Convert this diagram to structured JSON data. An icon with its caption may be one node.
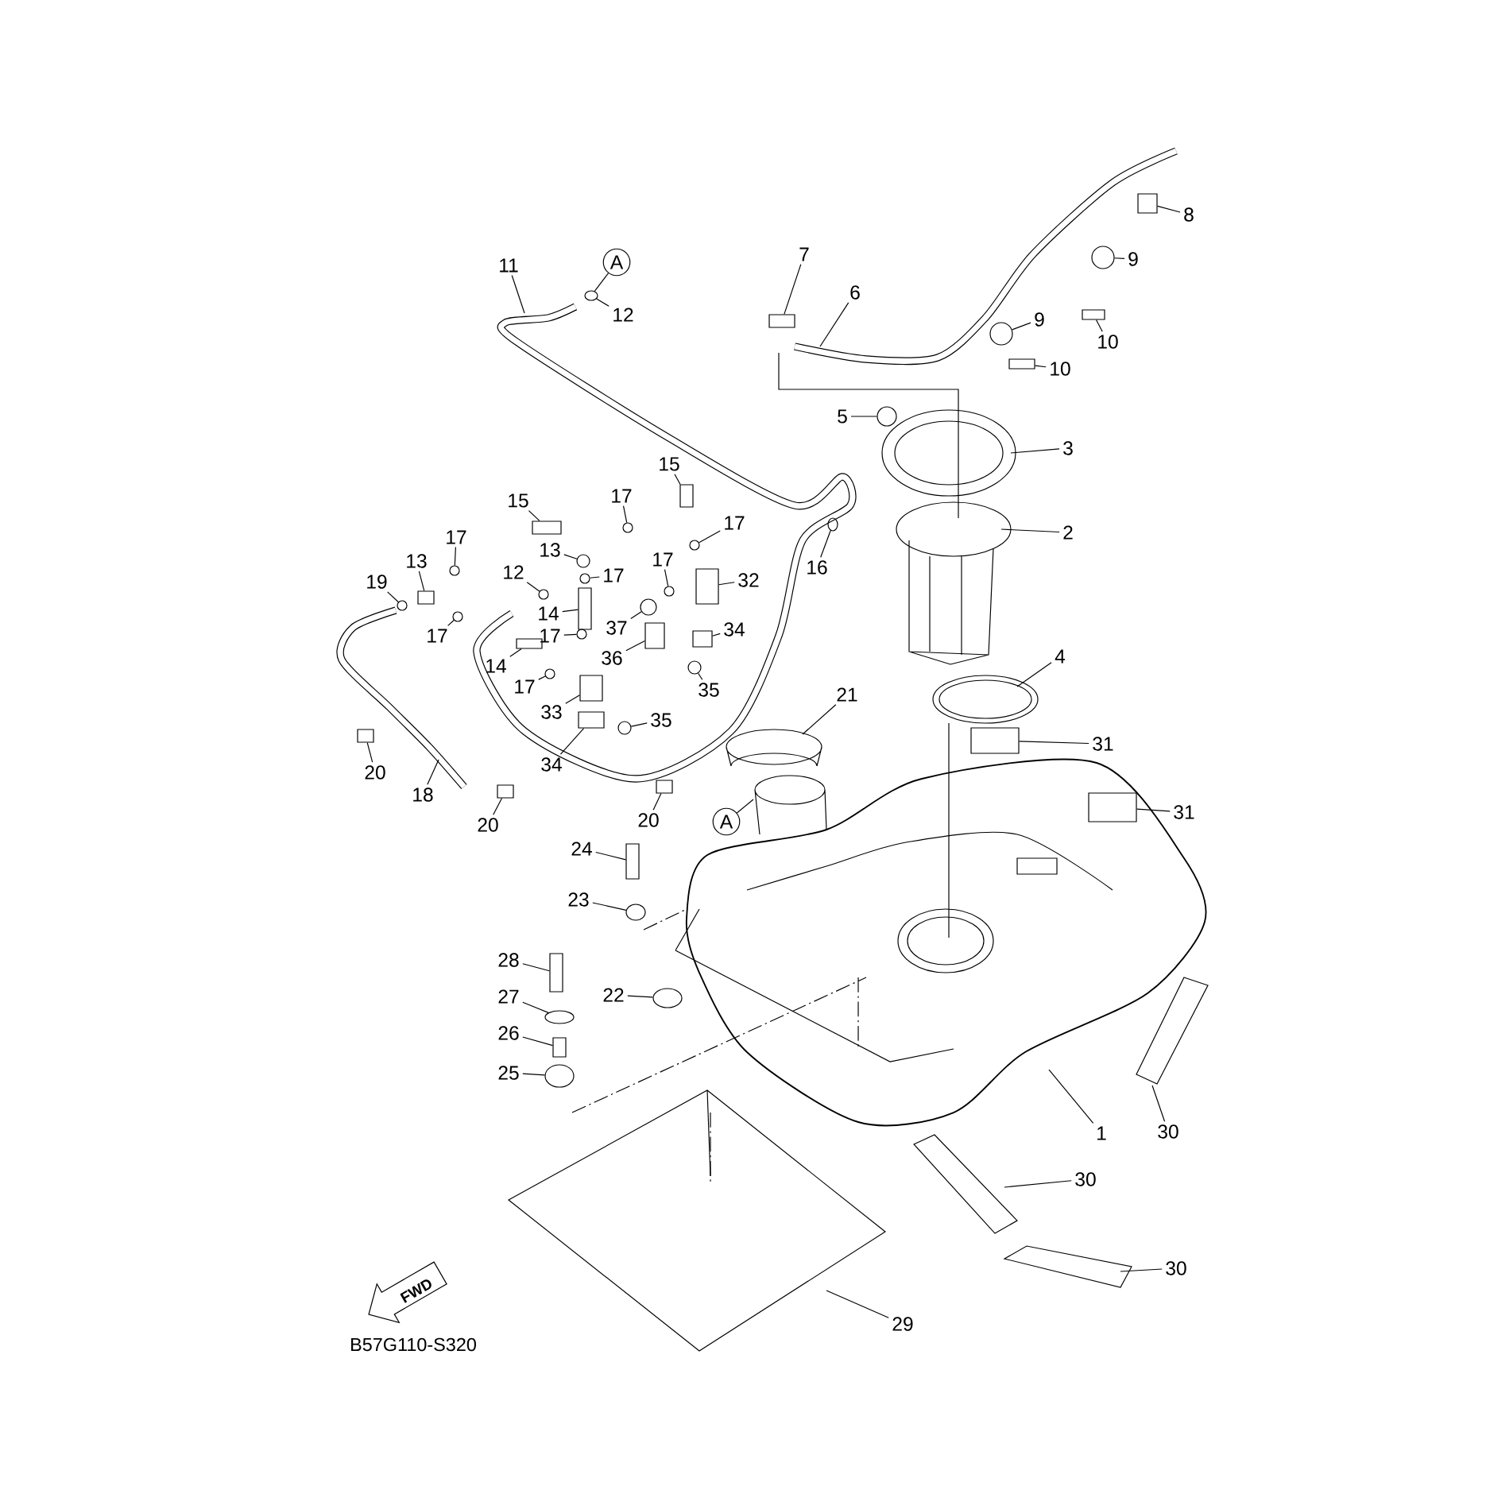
{
  "diagram": {
    "nodes": [
      {
        "text": [
          "11"
        ]
      },
      {
        "text": [
          "A"
        ]
      },
      {
        "text": [
          "12"
        ]
      },
      {
        "text": [
          "7"
        ]
      },
      {
        "text": [
          "6"
        ]
      },
      {
        "text": [
          "8"
        ]
      },
      {
        "text": [
          "9"
        ]
      },
      {
        "text": [
          "10"
        ]
      },
      {
        "text": [
          "9"
        ]
      },
      {
        "text": [
          "10"
        ]
      },
      {
        "text": [
          "5"
        ]
      },
      {
        "text": [
          "3"
        ]
      },
      {
        "text": [
          "15"
        ]
      },
      {
        "text": [
          "15"
        ]
      },
      {
        "text": [
          "17"
        ]
      },
      {
        "text": [
          "17"
        ]
      },
      {
        "text": [
          "2"
        ]
      },
      {
        "text": [
          "17"
        ]
      },
      {
        "text": [
          "13"
        ]
      },
      {
        "text": [
          "17"
        ]
      },
      {
        "text": [
          "13"
        ]
      },
      {
        "text": [
          "16"
        ]
      },
      {
        "text": [
          "12"
        ]
      },
      {
        "text": [
          "17"
        ]
      },
      {
        "text": [
          "32"
        ]
      },
      {
        "text": [
          "19"
        ]
      },
      {
        "text": [
          "14"
        ]
      },
      {
        "text": [
          "37"
        ]
      },
      {
        "text": [
          "34"
        ]
      },
      {
        "text": [
          "17"
        ]
      },
      {
        "text": [
          "17"
        ]
      },
      {
        "text": [
          "36"
        ]
      },
      {
        "text": [
          "4"
        ]
      },
      {
        "text": [
          "14"
        ]
      },
      {
        "text": [
          "17"
        ]
      },
      {
        "text": [
          "35"
        ]
      },
      {
        "text": [
          "21"
        ]
      },
      {
        "text": [
          "33"
        ]
      },
      {
        "text": [
          "35"
        ]
      },
      {
        "text": [
          "31"
        ]
      },
      {
        "text": [
          "34"
        ]
      },
      {
        "text": [
          "20"
        ]
      },
      {
        "text": [
          "18"
        ]
      },
      {
        "text": [
          "31"
        ]
      },
      {
        "text": [
          "20"
        ]
      },
      {
        "text": [
          "20"
        ]
      },
      {
        "text": [
          "A"
        ]
      },
      {
        "text": [
          "24"
        ]
      },
      {
        "text": [
          "23"
        ]
      },
      {
        "text": [
          "28"
        ]
      },
      {
        "text": [
          "22"
        ]
      },
      {
        "text": [
          "27"
        ]
      },
      {
        "text": [
          "26"
        ]
      },
      {
        "text": [
          "25"
        ]
      },
      {
        "text": [
          "1"
        ]
      },
      {
        "text": [
          "30"
        ]
      },
      {
        "text": [
          "30"
        ]
      },
      {
        "text": [
          "30"
        ]
      },
      {
        "text": [
          "29"
        ]
      },
      {
        "text": [],
        "shape": "circle"
      },
      {
        "text": [],
        "shape": "box"
      },
      {
        "text": [],
        "shape": "box"
      },
      {
        "text": [],
        "shape": "circle"
      },
      {
        "text": [],
        "shape": "box"
      },
      {
        "text": [],
        "shape": "circle"
      },
      {
        "text": [],
        "shape": "box"
      },
      {
        "text": [],
        "shape": "circle"
      },
      {
        "text": [],
        "shape": "box"
      },
      {
        "text": [],
        "shape": "box"
      },
      {
        "text": [],
        "shape": "circle"
      },
      {
        "text": [],
        "shape": "circle"
      },
      {
        "text": [],
        "shape": "circle"
      },
      {
        "text": [],
        "shape": "circle"
      },
      {
        "text": [],
        "shape": "circle"
      },
      {
        "text": [],
        "shape": "box"
      },
      {
        "text": [],
        "shape": "circle"
      },
      {
        "text": [],
        "shape": "circle"
      },
      {
        "text": [],
        "shape": "circle"
      },
      {
        "text": [],
        "shape": "box"
      },
      {
        "text": [],
        "shape": "circle"
      },
      {
        "text": [],
        "shape": "box"
      },
      {
        "text": [],
        "shape": "circle"
      },
      {
        "text": [],
        "shape": "box"
      },
      {
        "text": [],
        "shape": "circle"
      },
      {
        "text": [],
        "shape": "circle"
      },
      {
        "text": [],
        "shape": "box"
      },
      {
        "text": [],
        "shape": "box"
      },
      {
        "text": [],
        "shape": "circle"
      },
      {
        "text": [],
        "shape": "circle"
      },
      {
        "text": [],
        "shape": "box"
      },
      {
        "text": [],
        "shape": "circle"
      },
      {
        "text": [],
        "shape": "box"
      },
      {
        "text": [],
        "shape": "box"
      },
      {
        "text": [],
        "shape": "box"
      },
      {
        "text": [],
        "shape": "box"
      },
      {
        "text": [],
        "shape": "box"
      },
      {
        "text": [],
        "shape": "box"
      },
      {
        "text": [],
        "shape": "box"
      },
      {
        "text": [],
        "shape": "circle"
      },
      {
        "text": [],
        "shape": "box"
      },
      {
        "text": [],
        "shape": "circle"
      },
      {
        "text": [],
        "shape": "circle"
      },
      {
        "text": [],
        "shape": "box"
      },
      {
        "text": [],
        "shape": "circle"
      }
    ],
    "edges": [
      {
        "from": 0,
        "to": null,
        "arrow": "none"
      },
      {
        "from": 1,
        "to": 59,
        "arrow": "none"
      },
      {
        "from": 2,
        "to": 59,
        "arrow": "none"
      },
      {
        "from": 3,
        "to": 60,
        "arrow": "none"
      },
      {
        "from": 4,
        "to": null,
        "arrow": "none"
      },
      {
        "from": 5,
        "to": 61,
        "arrow": "none"
      },
      {
        "from": 6,
        "to": 62,
        "arrow": "none"
      },
      {
        "from": 7,
        "to": 63,
        "arrow": "none"
      },
      {
        "from": 8,
        "to": 64,
        "arrow": "none"
      },
      {
        "from": 9,
        "to": 65,
        "arrow": "none"
      },
      {
        "from": 10,
        "to": 66,
        "arrow": "none"
      },
      {
        "from": 11,
        "to": null,
        "arrow": "none"
      },
      {
        "from": 12,
        "to": 67,
        "arrow": "none"
      },
      {
        "from": 13,
        "to": 68,
        "arrow": "none"
      },
      {
        "from": 14,
        "to": 69,
        "arrow": "none"
      },
      {
        "from": 15,
        "to": 70,
        "arrow": "none"
      },
      {
        "from": 16,
        "to": null,
        "arrow": "none"
      },
      {
        "from": 17,
        "to": 71,
        "arrow": "none"
      },
      {
        "from": 18,
        "to": 72,
        "arrow": "none"
      },
      {
        "from": 19,
        "to": 73,
        "arrow": "none"
      },
      {
        "from": 20,
        "to": 74,
        "arrow": "none"
      },
      {
        "from": 21,
        "to": 75,
        "arrow": "none"
      },
      {
        "from": 22,
        "to": 76,
        "arrow": "none"
      },
      {
        "from": 23,
        "to": 77,
        "arrow": "none"
      },
      {
        "from": 24,
        "to": 78,
        "arrow": "none"
      },
      {
        "from": 25,
        "to": 79,
        "arrow": "none"
      },
      {
        "from": 26,
        "to": 80,
        "arrow": "none"
      },
      {
        "from": 27,
        "to": 81,
        "arrow": "none"
      },
      {
        "from": 28,
        "to": 82,
        "arrow": "none"
      },
      {
        "from": 29,
        "to": 83,
        "arrow": "none"
      },
      {
        "from": 30,
        "to": 84,
        "arrow": "none"
      },
      {
        "from": 31,
        "to": 85,
        "arrow": "none"
      },
      {
        "from": 32,
        "to": null,
        "arrow": "none"
      },
      {
        "from": 33,
        "to": 86,
        "arrow": "none"
      },
      {
        "from": 34,
        "to": 87,
        "arrow": "none"
      },
      {
        "from": 35,
        "to": 88,
        "arrow": "none"
      },
      {
        "from": 36,
        "to": null,
        "arrow": "none"
      },
      {
        "from": 37,
        "to": 89,
        "arrow": "none"
      },
      {
        "from": 38,
        "to": 90,
        "arrow": "none"
      },
      {
        "from": 39,
        "to": 91,
        "arrow": "none"
      },
      {
        "from": 40,
        "to": 92,
        "arrow": "none"
      },
      {
        "from": 41,
        "to": 93,
        "arrow": "none"
      },
      {
        "from": 42,
        "to": null,
        "arrow": "none"
      },
      {
        "from": 43,
        "to": 94,
        "arrow": "none"
      },
      {
        "from": 44,
        "to": 95,
        "arrow": "none"
      },
      {
        "from": 45,
        "to": 96,
        "arrow": "none"
      },
      {
        "from": 46,
        "to": null,
        "arrow": "none"
      },
      {
        "from": 47,
        "to": 97,
        "arrow": "none"
      },
      {
        "from": 48,
        "to": 98,
        "arrow": "none"
      },
      {
        "from": 49,
        "to": 99,
        "arrow": "none"
      },
      {
        "from": 50,
        "to": 100,
        "arrow": "none"
      },
      {
        "from": 51,
        "to": 101,
        "arrow": "none"
      },
      {
        "from": 52,
        "to": 102,
        "arrow": "none"
      },
      {
        "from": 53,
        "to": 103,
        "arrow": "none"
      },
      {
        "from": 54,
        "to": null,
        "arrow": "none"
      },
      {
        "from": 55,
        "to": null,
        "arrow": "none"
      },
      {
        "from": 56,
        "to": null,
        "arrow": "none"
      },
      {
        "from": 57,
        "to": null,
        "arrow": "none"
      },
      {
        "from": 58,
        "to": null,
        "arrow": "none"
      }
    ],
    "labels": [
      "FWD",
      "B57G110-S320"
    ]
  }
}
